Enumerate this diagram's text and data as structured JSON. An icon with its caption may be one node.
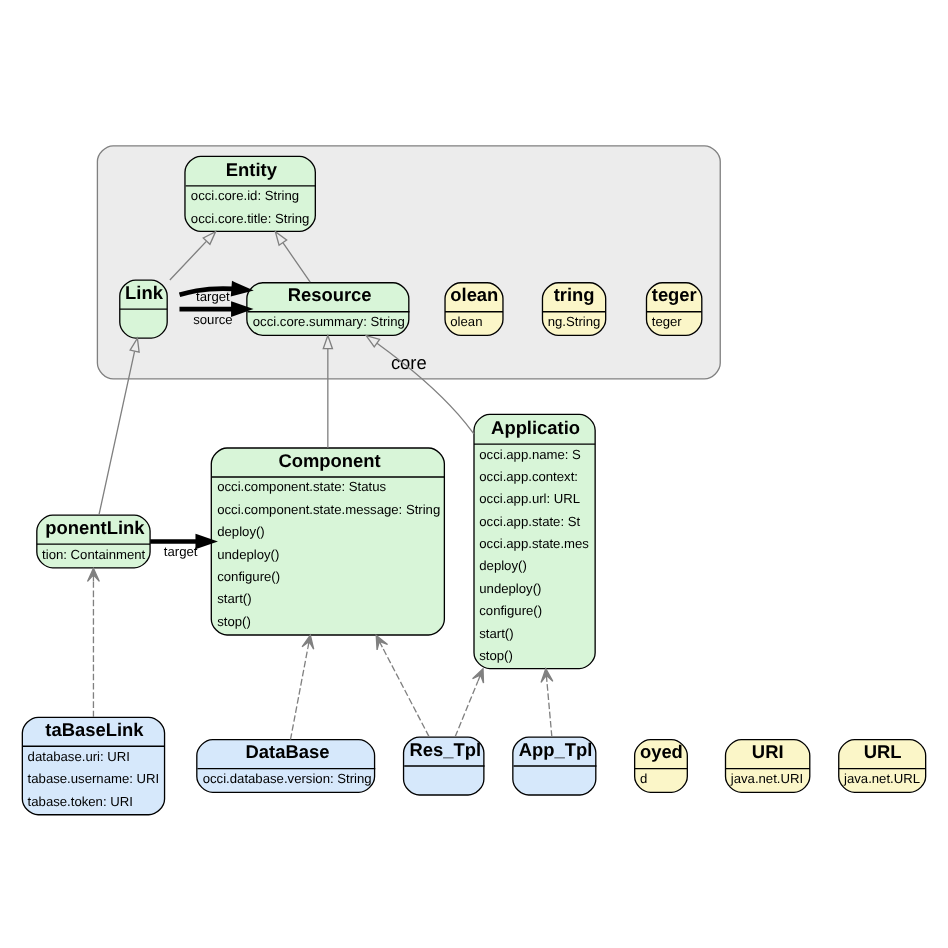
{
  "diagram": {
    "nodes": [
      {
        "text": [
          "core"
        ]
      },
      {
        "text": [
          "teger",
          "teger"
        ],
        "in": 0
      },
      {
        "text": [
          "tring",
          "ng.String"
        ],
        "in": 0
      },
      {
        "text": [
          "olean",
          "olean"
        ],
        "in": 0
      },
      {
        "text": [
          "Entity",
          "occi.core.id: String",
          "occi.core.title: String"
        ],
        "in": 0
      },
      {
        "text": [
          "Link"
        ],
        "in": 0
      },
      {
        "text": [
          "Resource",
          "occi.core.summary: String"
        ],
        "in": 0
      },
      {
        "text": [
          "ponentLink",
          "tion: Containment"
        ]
      },
      {
        "text": [
          "Component",
          "occi.component.state: Status",
          "occi.component.state.message: String",
          "deploy()",
          "undeploy()",
          "configure()",
          "start()",
          "stop()"
        ]
      },
      {
        "text": [
          "Applicatio",
          "occi.app.name: S",
          "occi.app.context:",
          "occi.app.url: URL",
          "occi.app.state: St",
          "occi.app.state.mes",
          "deploy()",
          "undeploy()",
          "configure()",
          "start()",
          "stop()"
        ]
      },
      {
        "text": [
          "taBaseLink",
          "database.uri: URI",
          "tabase.username: URI",
          "tabase.token: URI"
        ]
      },
      {
        "text": [
          "oyed",
          "d"
        ]
      },
      {
        "text": [
          "URI",
          "java.net.URI"
        ]
      },
      {
        "text": [
          "URL",
          "java.net.URL"
        ]
      },
      {
        "text": [
          "DataBase",
          "occi.database.version: String"
        ]
      },
      {
        "text": [
          "Res_Tpl"
        ]
      },
      {
        "text": [
          "App_Tpl"
        ]
      }
    ],
    "edges": [
      {
        "from": 5,
        "to": 4,
        "arrow": "to"
      },
      {
        "from": 6,
        "to": 4,
        "arrow": "to"
      },
      {
        "from": 5,
        "to": 6,
        "arrow": "to",
        "label": "source",
        "color": "#000000",
        "style": "thick"
      },
      {
        "from": 5,
        "to": 6,
        "arrow": "to",
        "label": "target",
        "color": "#000000",
        "style": "thick"
      },
      {
        "from": 7,
        "to": 5,
        "arrow": "to"
      },
      {
        "from": 8,
        "to": 6,
        "arrow": "to"
      },
      {
        "from": 9,
        "to": 6,
        "arrow": "to"
      },
      {
        "from": 7,
        "to": 8,
        "arrow": "to",
        "label": "target",
        "color": "#000000",
        "style": "thick"
      },
      {
        "from": 10,
        "to": 7,
        "arrow": "to",
        "style": "dashed"
      },
      {
        "from": 14,
        "to": 8,
        "arrow": "to",
        "style": "dashed"
      },
      {
        "from": 15,
        "to": 8,
        "arrow": "to",
        "style": "dashed"
      },
      {
        "from": 15,
        "to": 9,
        "arrow": "to",
        "style": "dashed"
      },
      {
        "from": 16,
        "to": 9,
        "arrow": "to",
        "style": "dashed"
      }
    ]
  }
}
